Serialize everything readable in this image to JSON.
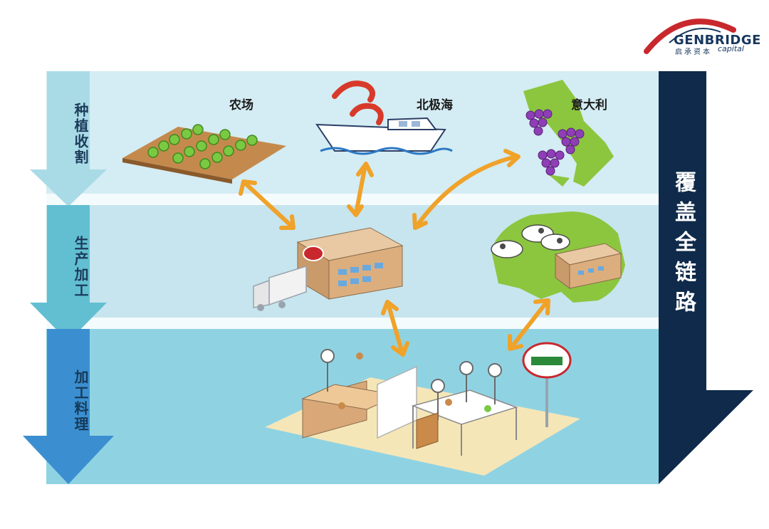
{
  "logo": {
    "brand": "GENBRIDGE",
    "sub_cn": "启承资本",
    "sub_en": "capital",
    "arc_color": "#c8282d",
    "text_color": "#17375e"
  },
  "stages": [
    {
      "label": "种植收割",
      "color": "#a9dbe6"
    },
    {
      "label": "生产加工",
      "color": "#62bfd1"
    },
    {
      "label": "加工料理",
      "color": "#3b8fd0"
    }
  ],
  "places": [
    {
      "label": "农场"
    },
    {
      "label": "北极海"
    },
    {
      "label": "意大利"
    }
  ],
  "right_label": "覆盖全链路",
  "colors": {
    "arrow_orange": "#f0a229",
    "right_arrow": "#0f2a4a",
    "band_top": "#d4ecf3",
    "band_mid": "#c6e5ee",
    "band_bottom": "#8fd3e3"
  },
  "icons": [
    "farm-field-icon",
    "shrimp-boat-icon",
    "italy-grapes-icon",
    "factory-building-icon",
    "delivery-truck-icon",
    "australia-cattle-icon",
    "restaurant-scene-icon",
    "saizeriya-sign-icon"
  ]
}
